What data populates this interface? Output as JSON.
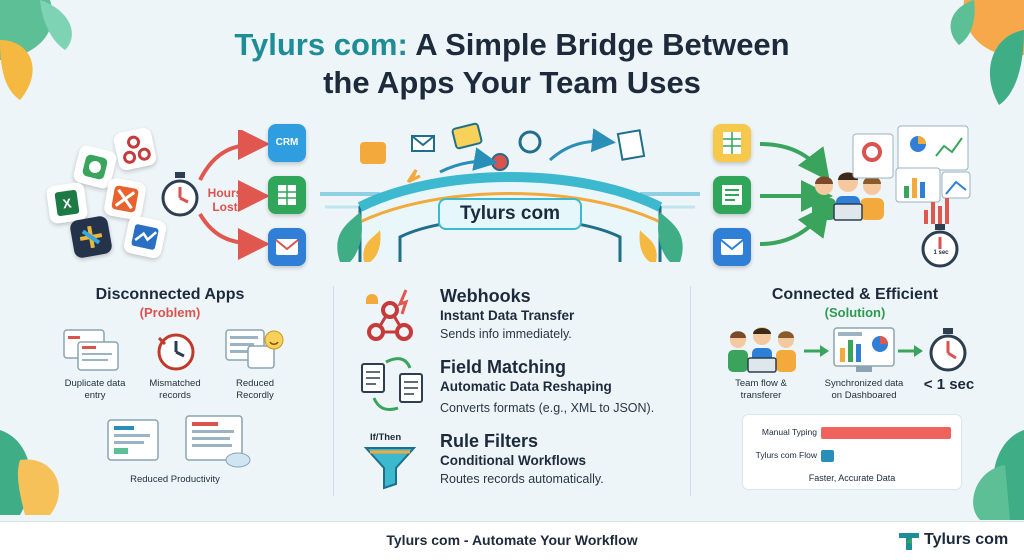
{
  "header": {
    "title_brand": "Tylurs com:",
    "title_line1_rest": "A Simple Bridge Between",
    "title_line2": "the Apps Your Team Uses"
  },
  "hero": {
    "hours_lost": "Hours\nLost",
    "crm_label": "CRM",
    "bridge_label": "Tylurs com",
    "timer_label": "1 sec"
  },
  "left": {
    "title": "Disconnected Apps",
    "subtitle": "(Problem)",
    "items": [
      {
        "label": "Duplicate data\nentry"
      },
      {
        "label": "Mismatched\nrecords"
      },
      {
        "label": "Reduced\nRecordly"
      },
      {
        "label": "Reduced Productivity"
      }
    ]
  },
  "features": [
    {
      "title": "Webhooks",
      "subtitle": "Instant Data Transfer",
      "desc": "Sends info immediately."
    },
    {
      "title": "Field Matching",
      "subtitle": "Automatic Data Reshaping",
      "desc": "Converts formats (e.g., XML to JSON)."
    },
    {
      "title": "Rule Filters",
      "subtitle": "Conditional Workflows",
      "desc": "Routes records automatically.",
      "badge": "If/Then"
    }
  ],
  "right": {
    "title": "Connected & Efficient",
    "subtitle": "(Solution)",
    "flow": [
      {
        "label": "Team flow &\ntransferer"
      },
      {
        "label": "Synchronized data\non Dashboared"
      },
      {
        "label": "< 1 sec"
      }
    ],
    "comparison": {
      "rows": [
        {
          "label": "Manual Typing",
          "value": 1.0,
          "color": "#f0625d"
        },
        {
          "label": "Tylurs com Flow",
          "value": 0.1,
          "color": "#2a8fb8"
        }
      ],
      "caption": "Faster, Accurate Data"
    }
  },
  "footer": {
    "tagline": "Tylurs com - Automate Your Workflow",
    "logo_text": "Tylurs com"
  },
  "colors": {
    "teal": "#1f8d95",
    "red_arrow": "#e0574f",
    "green_arrow": "#3aa35c",
    "problem": "#d9534f",
    "solution": "#2e9a4f"
  }
}
